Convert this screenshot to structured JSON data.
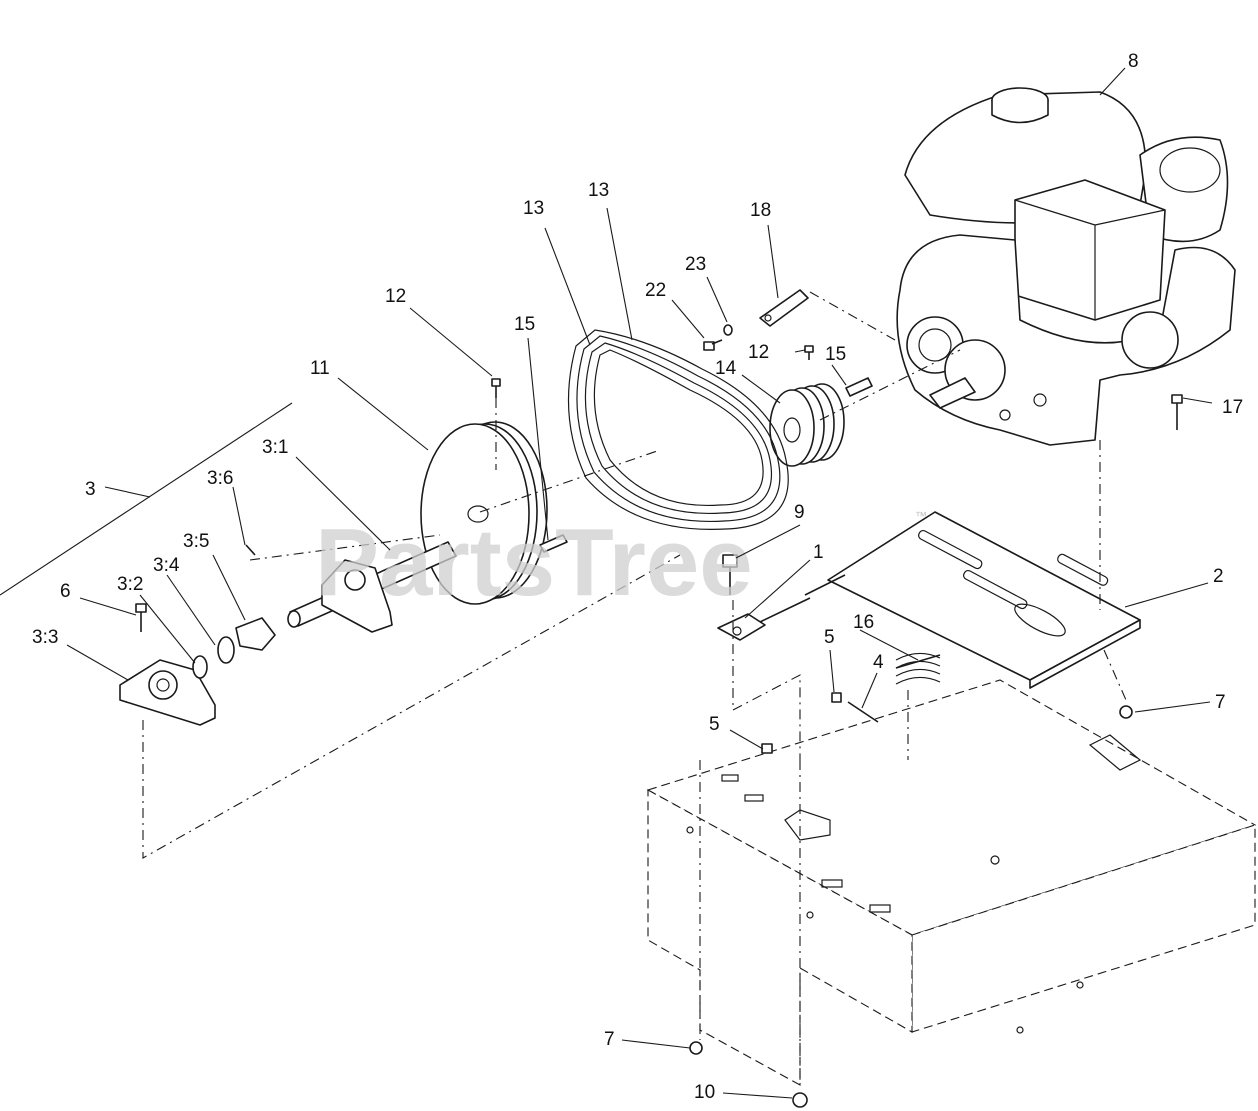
{
  "watermark": {
    "text": "PartsTree",
    "trademark": "™"
  },
  "callouts": [
    {
      "id": "c-8",
      "label": "8"
    },
    {
      "id": "c-18",
      "label": "18"
    },
    {
      "id": "c-13a",
      "label": "13"
    },
    {
      "id": "c-13b",
      "label": "13"
    },
    {
      "id": "c-23",
      "label": "23"
    },
    {
      "id": "c-22",
      "label": "22"
    },
    {
      "id": "c-12a",
      "label": "12"
    },
    {
      "id": "c-12b",
      "label": "12"
    },
    {
      "id": "c-15a",
      "label": "15"
    },
    {
      "id": "c-15b",
      "label": "15"
    },
    {
      "id": "c-14",
      "label": "14"
    },
    {
      "id": "c-17",
      "label": "17"
    },
    {
      "id": "c-11",
      "label": "11"
    },
    {
      "id": "c-3-1",
      "label": "3:1"
    },
    {
      "id": "c-3",
      "label": "3"
    },
    {
      "id": "c-3-6",
      "label": "3:6"
    },
    {
      "id": "c-3-5",
      "label": "3:5"
    },
    {
      "id": "c-3-4",
      "label": "3:4"
    },
    {
      "id": "c-3-2",
      "label": "3:2"
    },
    {
      "id": "c-6",
      "label": "6"
    },
    {
      "id": "c-3-3",
      "label": "3:3"
    },
    {
      "id": "c-9",
      "label": "9"
    },
    {
      "id": "c-1",
      "label": "1"
    },
    {
      "id": "c-2",
      "label": "2"
    },
    {
      "id": "c-5a",
      "label": "5"
    },
    {
      "id": "c-16",
      "label": "16"
    },
    {
      "id": "c-4",
      "label": "4"
    },
    {
      "id": "c-7a",
      "label": "7"
    },
    {
      "id": "c-5b",
      "label": "5"
    },
    {
      "id": "c-7b",
      "label": "7"
    },
    {
      "id": "c-10",
      "label": "10"
    }
  ]
}
